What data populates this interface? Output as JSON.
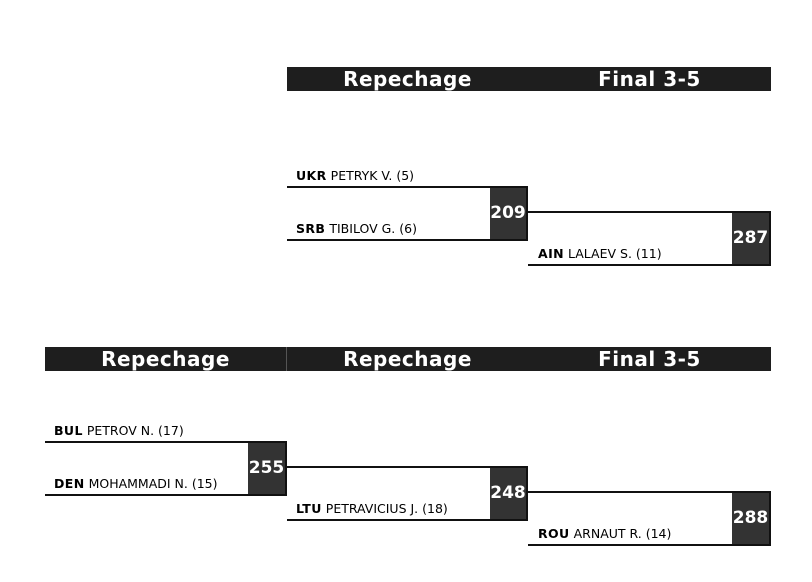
{
  "bracket_top": {
    "headers": [
      "Repechage",
      "Final 3-5"
    ],
    "matches": [
      {
        "athlete1": {
          "country": "UKR",
          "name": "PETRYK V. (5)"
        },
        "athlete2": {
          "country": "SRB",
          "name": "TIBILOV G. (6)"
        },
        "match_no": "209"
      },
      {
        "athlete2": {
          "country": "AIN",
          "name": "LALAEV S. (11)"
        },
        "match_no": "287"
      }
    ]
  },
  "bracket_bottom": {
    "headers": [
      "Repechage",
      "Repechage",
      "Final 3-5"
    ],
    "matches": [
      {
        "athlete1": {
          "country": "BUL",
          "name": "PETROV N. (17)"
        },
        "athlete2": {
          "country": "DEN",
          "name": "MOHAMMADI N. (15)"
        },
        "match_no": "255"
      },
      {
        "athlete2": {
          "country": "LTU",
          "name": "PETRAVICIUS J. (18)"
        },
        "match_no": "248"
      },
      {
        "athlete2": {
          "country": "ROU",
          "name": "ARNAUT R. (14)"
        },
        "match_no": "288"
      }
    ]
  }
}
